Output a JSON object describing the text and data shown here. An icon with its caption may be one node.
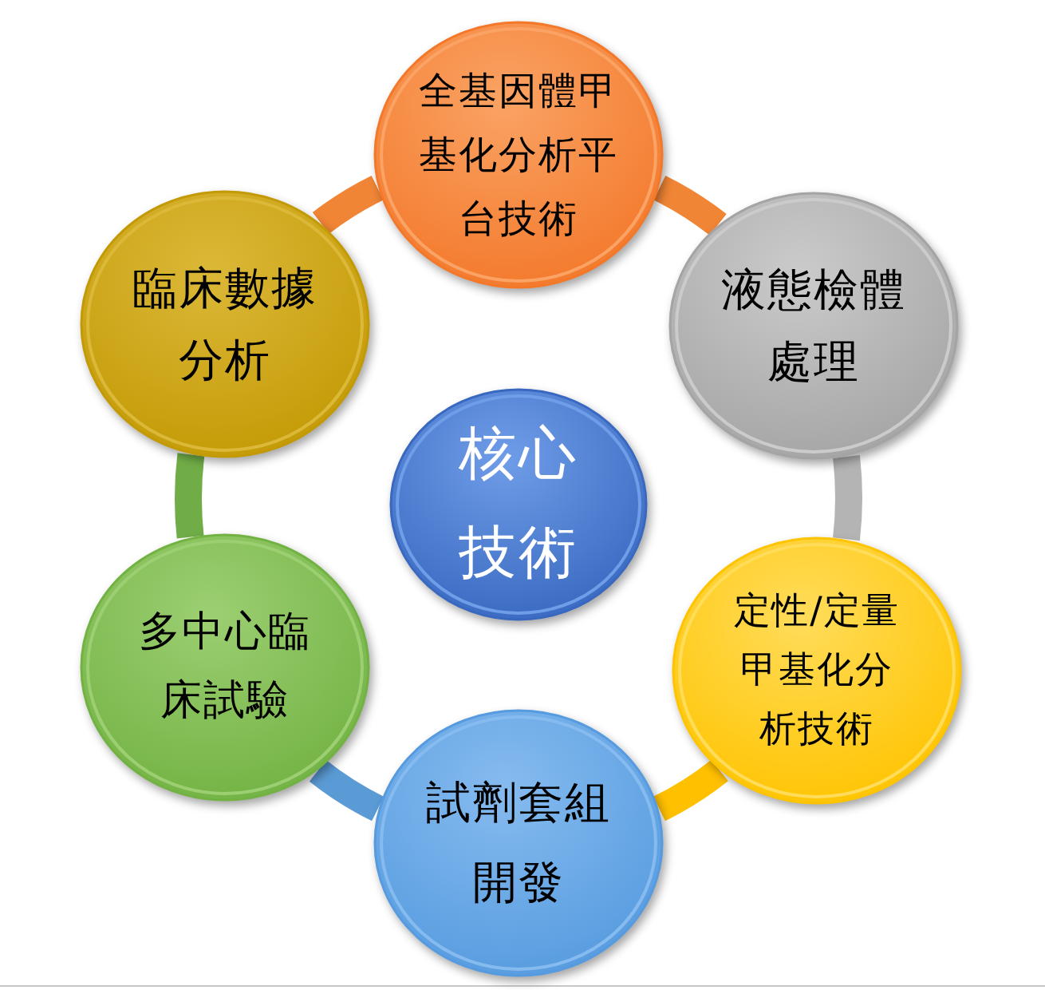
{
  "diagram": {
    "nodes": [
      {
        "text": [
          "核心技術"
        ]
      },
      {
        "text": [
          "全基因體甲基化分析平台技術"
        ]
      },
      {
        "text": [
          "液態檢體處理"
        ]
      },
      {
        "text": [
          "定性/定量甲基化分析技術"
        ]
      },
      {
        "text": [
          "試劑套組開發"
        ]
      },
      {
        "text": [
          "多中心臨床試驗"
        ]
      },
      {
        "text": [
          "臨床數據分析"
        ]
      }
    ],
    "edges": [
      {
        "from": 1,
        "to": 2,
        "arrow": "none",
        "color": "#f08535"
      },
      {
        "from": 2,
        "to": 3,
        "arrow": "none",
        "color": "#b4b4b4"
      },
      {
        "from": 3,
        "to": 4,
        "arrow": "none",
        "color": "#ffc000"
      },
      {
        "from": 4,
        "to": 5,
        "arrow": "none",
        "color": "#5b9bd5"
      },
      {
        "from": 5,
        "to": 6,
        "arrow": "none",
        "color": "#70ad47"
      },
      {
        "from": 6,
        "to": 1,
        "arrow": "none",
        "color": "#f08535"
      }
    ]
  }
}
